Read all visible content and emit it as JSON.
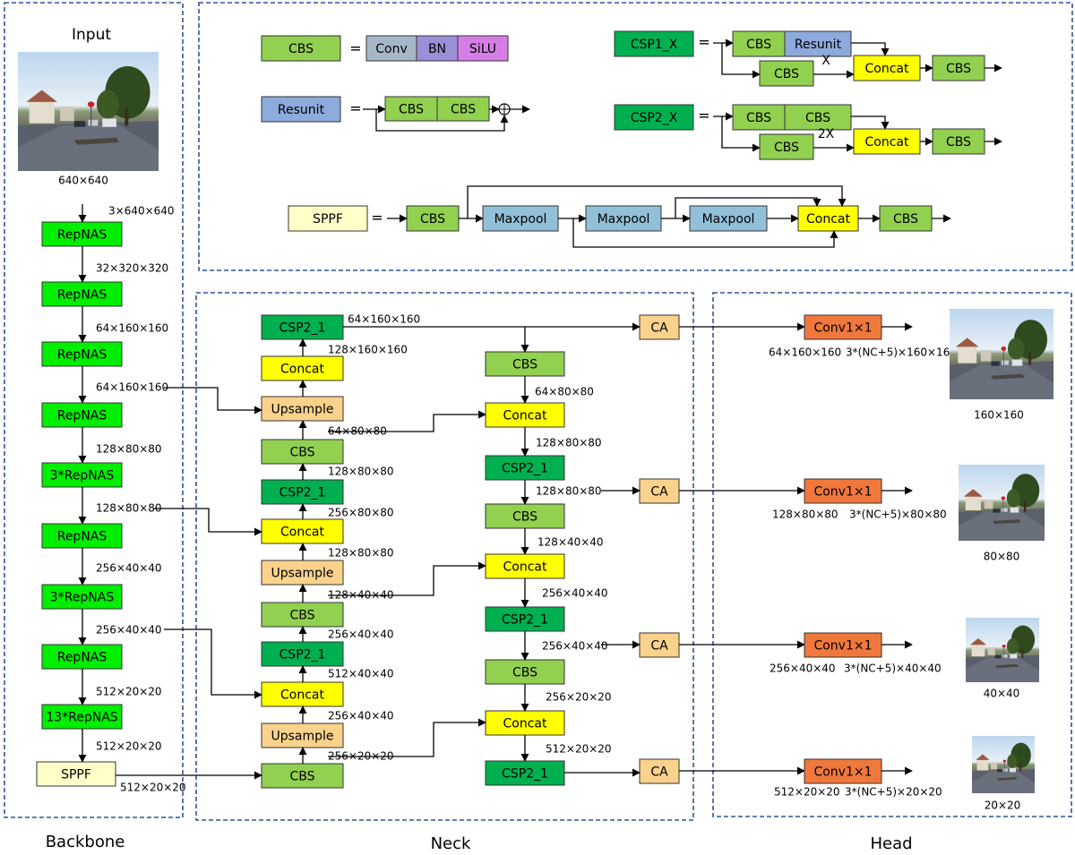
{
  "colors": {
    "repnas": "#00ee00",
    "cbs": "#92d050",
    "csp": "#00b050",
    "concat": "#ffff00",
    "upsample": "#fad28c",
    "sppf": "#ffffc8",
    "ca": "#fad28c",
    "conv1x1": "#f0783c",
    "conv": "#a6b8c8",
    "bn": "#9b8fd8",
    "silu": "#d77ee6",
    "resunit": "#8eaadc",
    "maxpool": "#92c0d8",
    "frame": "#2f5597"
  },
  "sections": {
    "backbone": "Backbone",
    "neck": "Neck",
    "head": "Head"
  },
  "backbone": {
    "input_label": "Input",
    "input_size": "640×640",
    "blocks": [
      "RepNAS",
      "RepNAS",
      "RepNAS",
      "RepNAS",
      "3*RepNAS",
      "RepNAS",
      "3*RepNAS",
      "RepNAS",
      "13*RepNAS",
      "SPPF"
    ],
    "dims": [
      "3×640×640",
      "32×320×320",
      "64×160×160",
      "64×160×160",
      "128×80×80",
      "128×80×80",
      "256×40×40",
      "256×40×40",
      "512×20×20",
      "512×20×20",
      "512×20×20"
    ]
  },
  "legend": {
    "eq": "=",
    "cbs": {
      "name": "CBS",
      "parts": [
        "Conv",
        "BN",
        "SiLU"
      ]
    },
    "resunit": {
      "name": "Resunit",
      "parts": [
        "CBS",
        "CBS"
      ]
    },
    "csp1": {
      "name": "CSP1_X",
      "top": [
        "CBS",
        "Resunit"
      ],
      "bottom": "CBS",
      "repeat": "X",
      "merge": "Concat",
      "out": "CBS"
    },
    "csp2": {
      "name": "CSP2_X",
      "top": [
        "CBS",
        "CBS"
      ],
      "bottom": "CBS",
      "repeat": "2X",
      "merge": "Concat",
      "out": "CBS"
    },
    "sppf": {
      "name": "SPPF",
      "chain": [
        "CBS",
        "Maxpool",
        "Maxpool",
        "Maxpool",
        "Concat",
        "CBS"
      ]
    }
  },
  "neck": {
    "left": [
      "CSP2_1",
      "Concat",
      "Upsample",
      "CBS",
      "CSP2_1",
      "Concat",
      "Upsample",
      "CBS",
      "CSP2_1",
      "Concat",
      "Upsample",
      "CBS"
    ],
    "left_dims": [
      "64×160×160",
      "128×160×160",
      "64×80×80",
      "128×80×80",
      "256×80×80",
      "128×80×80",
      "128×40×40",
      "256×40×40",
      "512×40×40",
      "256×40×40",
      "256×20×20"
    ],
    "right": [
      "CBS",
      "Concat",
      "CSP2_1",
      "CBS",
      "Concat",
      "CSP2_1",
      "CBS",
      "Concat",
      "CSP2_1"
    ],
    "right_dims": [
      "64×80×80",
      "128×80×80",
      "128×80×80",
      "128×40×40",
      "256×40×40",
      "256×40×40",
      "256×20×20",
      "512×20×20"
    ],
    "ca": [
      "CA",
      "CA",
      "CA",
      "CA"
    ]
  },
  "head": {
    "heads": [
      {
        "label": "Conv1×1",
        "in": "64×160×160",
        "out": "3*(NC+5)×160×160",
        "size": "160×160"
      },
      {
        "label": "Conv1×1",
        "in": "128×80×80",
        "out": "3*(NC+5)×80×80",
        "size": "80×80"
      },
      {
        "label": "Conv1×1",
        "in": "256×40×40",
        "out": "3*(NC+5)×40×40",
        "size": "40×40"
      },
      {
        "label": "Conv1×1",
        "in": "512×20×20",
        "out": "3*(NC+5)×20×20",
        "size": "20×20"
      }
    ]
  }
}
